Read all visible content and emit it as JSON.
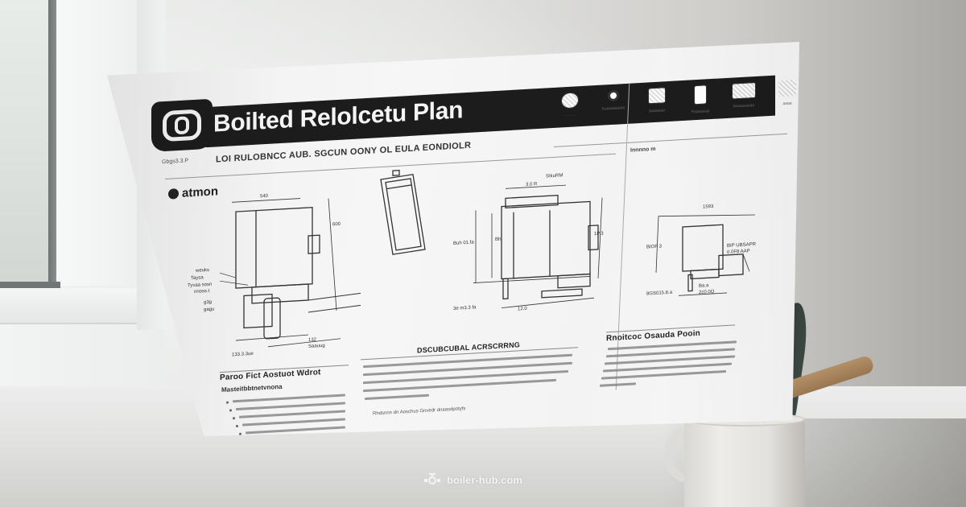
{
  "scene": {
    "description": "Printed boiler relocation plan document held in front of a white windowsill, with a mug holding a plant and wooden stick on the right",
    "colors": {
      "wall": "#e2e3e1",
      "paper": "#f4f4f4",
      "title_bar": "#1c1c1c",
      "ink": "#222222",
      "wood": "#a88462",
      "plant": "#343d38",
      "mug": "#e6e4e0"
    }
  },
  "document": {
    "title": "Boilted Relolcetu Plan",
    "subtitle": "LOI RULOBNCC AUB. SGCUN OONY OL EULA EONDIOLR",
    "code": "Gbgs3.3.P",
    "brand": "atmon",
    "logo": "co-logo-icon",
    "certifications": [
      {
        "icon": "seal-icon",
        "label": "········"
      },
      {
        "icon": "flame-icon",
        "label": "Kaaaaaaaaa"
      },
      {
        "icon": "grid-badge-icon",
        "label": "Aaaaaaa"
      },
      {
        "icon": "building-icon",
        "label": "Paaaaaaa"
      },
      {
        "icon": "sketch-icon",
        "label": "Maaaaaaaa"
      },
      {
        "icon": "mark-icon",
        "label": "aaaa"
      }
    ],
    "inner_label": "Innnno m",
    "drawings": {
      "d1_labels": [
        "540",
        "600",
        "weuks",
        "Taysa",
        "Tyvaa sosn",
        "nnoss.t",
        "g3g",
        "gagu",
        "133.3.3ue",
        "132",
        "Saauug"
      ],
      "d3_labels": [
        "SIkuRM",
        "3.0 R",
        "Buh 01.fa",
        "Bh",
        "3e m3.3 fa",
        "12.0",
        "1P.3"
      ],
      "d4_labels": [
        "1593",
        "BIOF 3",
        "BIP UBSAPR",
        "0.0F8 AAP",
        "8GS015.8.a",
        "Ba.a",
        "2c0.0Q"
      ]
    },
    "sections": {
      "left": {
        "heading": "Paroo Fict Aostuot Wdrot",
        "subheading": "Masteitbbtnetvnona",
        "bullets": 6
      },
      "middle": {
        "heading": "DSCUBCUBAL ACRSCRRNG",
        "paragraph_lines": 5,
        "footnote": "Rhdsnnn dn Aoschus Gnvedr dnaasdpotyfs"
      },
      "right": {
        "heading": "Rnoitcoc Osauda Pooin",
        "paragraph_lines": 6
      }
    }
  },
  "watermark": {
    "icon": "boiler-valve-icon",
    "text": "boiler-hub.com"
  }
}
